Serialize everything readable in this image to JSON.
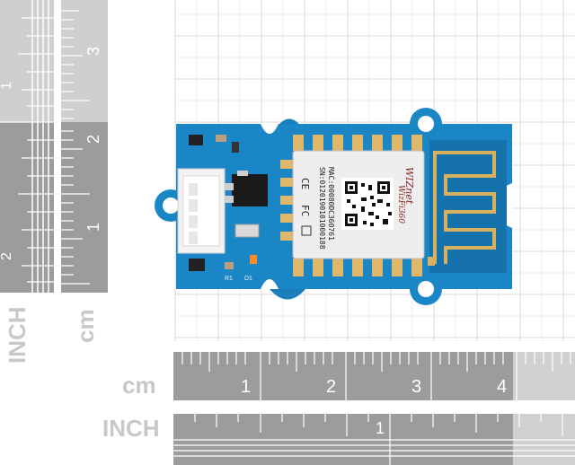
{
  "vertical_ruler": {
    "inch_label": "INCH",
    "cm_label": "cm",
    "inch_ticks": [
      "1",
      "2"
    ],
    "cm_ticks": [
      "1",
      "2",
      "3"
    ]
  },
  "horizontal_ruler": {
    "cm_label": "cm",
    "inch_label": "INCH",
    "cm_ticks": [
      "1",
      "2",
      "3",
      "4"
    ],
    "inch_ticks": [
      "1"
    ]
  },
  "module": {
    "brand": "WIZnet",
    "model": "WizFi360",
    "mac_text": "MAC:00080DC360761",
    "sn_text": "SN:0120190101000188",
    "fc_mark": "FC",
    "ce_mark": "CE",
    "silk_r1": "R1",
    "silk_d1": "D1"
  },
  "colors": {
    "pcb": "#1a86c4",
    "ruler_dark": "#9a9a9a",
    "ruler_light": "#c9c9c9",
    "grid": "#d8d8d8"
  }
}
